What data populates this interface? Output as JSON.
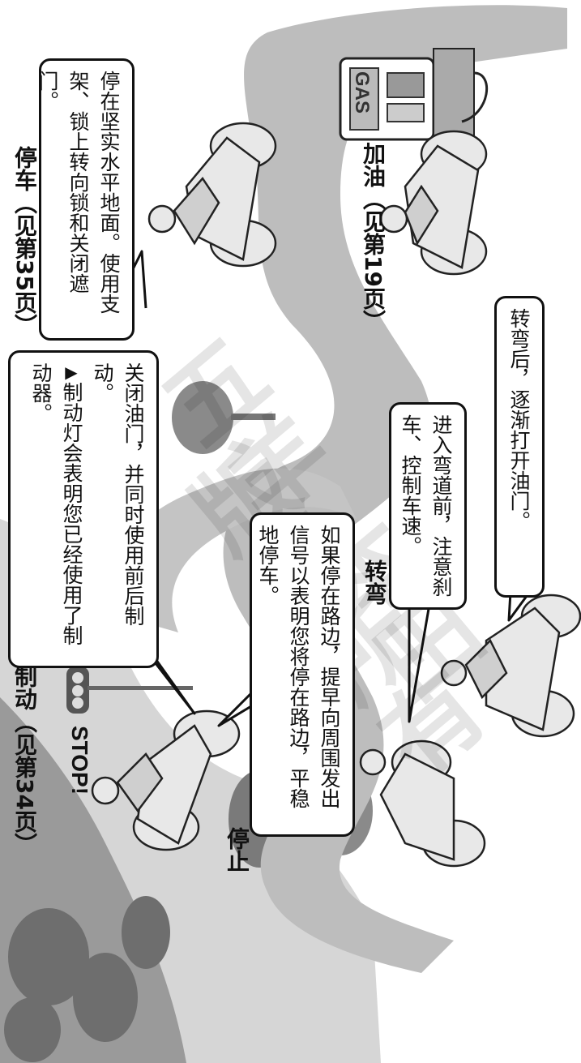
{
  "headings": {
    "braking": "制动（见第34页）",
    "parking": "停车（见第35页）",
    "refueling": "加油（见第19页）",
    "stopping": "停止",
    "turning": "转弯"
  },
  "stop_sign": "STOP!",
  "gas_label": "GAS",
  "bubbles": {
    "braking_line1": "关闭油门，并同时使用前后制动。",
    "braking_note_marker": "▶",
    "braking_note": "制动灯会表明您已经使用了制动器。",
    "parking": "停在坚实水平地面。使用支架、锁上转向锁和关闭遮门。",
    "stopping": "如果停在路边，提早向周围发出信号以表明您将停在路边，平稳地停车。",
    "turning_before": "进入弯道前，注意刹车、控制车速。",
    "turning_after": "转弯后，逐渐打开油门。"
  },
  "watermark": {
    "line1": "五羊-本田",
    "line2": "版权所有"
  }
}
